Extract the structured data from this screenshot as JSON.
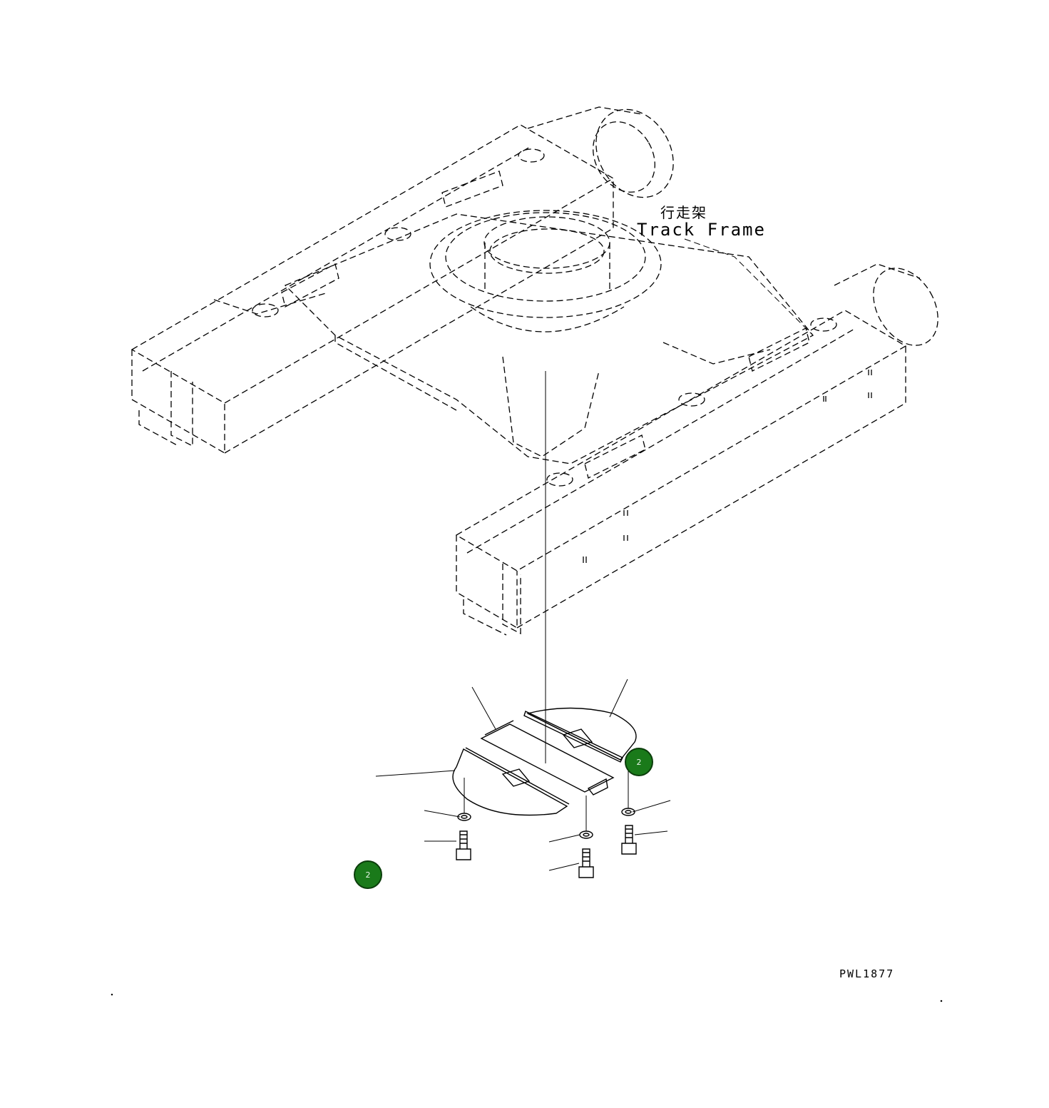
{
  "diagram": {
    "label_cjk": "行走架",
    "label_en": "Track Frame",
    "drawing_code": "PWL1877"
  },
  "hotspots": [
    {
      "label": "2"
    },
    {
      "label": "2"
    }
  ],
  "colors": {
    "line": "#000000",
    "hotspot_fill": "#1a7a1a",
    "hotspot_border": "#0b3d0b"
  }
}
